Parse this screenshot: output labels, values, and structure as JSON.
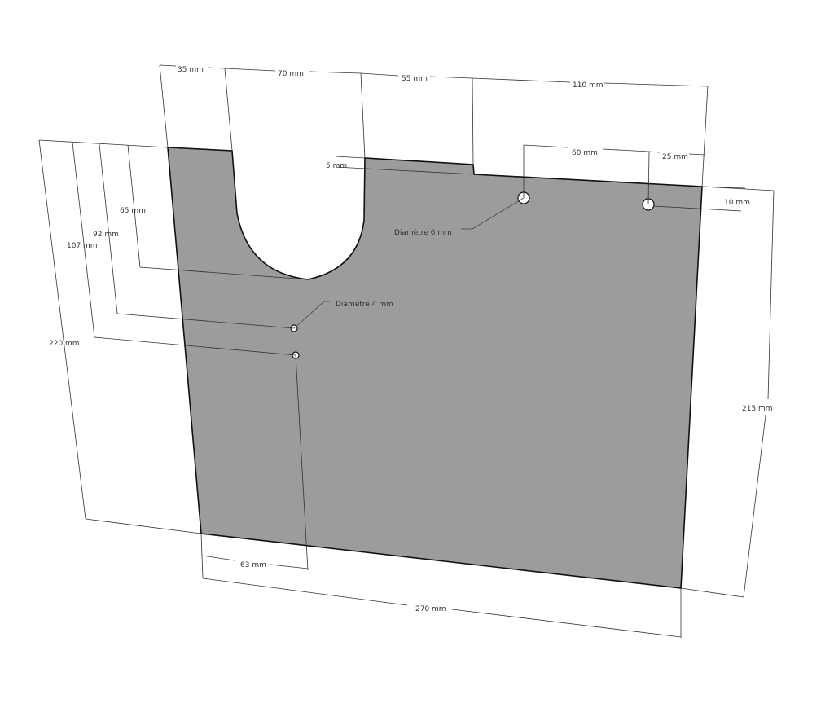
{
  "colors": {
    "plate": "#9c9c9c",
    "edge": "#111111",
    "dimension": "#333333"
  },
  "dimensions": {
    "top_35": "35 mm",
    "top_70": "70 mm",
    "top_55": "55 mm",
    "top_110": "110 mm",
    "step_5": "5 mm",
    "hole_spacing_60": "60 mm",
    "hole_offset_25": "25 mm",
    "hole_offset_10": "10 mm",
    "left_65": "65 mm",
    "left_92": "92 mm",
    "left_107": "107 mm",
    "left_220": "220 mm",
    "right_215": "215 mm",
    "bottom_63": "63 mm",
    "bottom_270": "270 mm"
  },
  "annotations": {
    "hole_6": "Diamètre 6 mm",
    "hole_4": "Diamètre 4 mm"
  }
}
